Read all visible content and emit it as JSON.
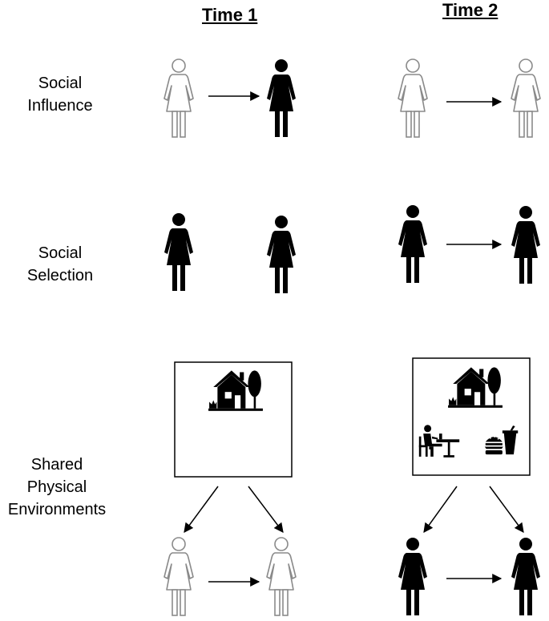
{
  "columns": {
    "time1": "Time 1",
    "time2": "Time 2"
  },
  "rows": {
    "social_influence": [
      "Social",
      "Influence"
    ],
    "social_selection": [
      "Social",
      "Selection"
    ],
    "shared_physical_environments": [
      "Shared",
      "Physical",
      "Environments"
    ]
  },
  "colors": {
    "filled": "#000000",
    "outline": "#8a8a8a",
    "background": "#ffffff"
  },
  "figures": {
    "influence_t1": [
      "outline-person-icon",
      "filled-person-icon"
    ],
    "influence_t2": [
      "outline-person-icon",
      "outline-person-icon"
    ],
    "selection_t1": [
      "filled-person-icon",
      "filled-person-icon"
    ],
    "selection_t2": [
      "filled-person-icon",
      "filled-person-icon"
    ],
    "environment_t1_people": [
      "outline-person-icon",
      "outline-person-icon"
    ],
    "environment_t2_people": [
      "filled-person-icon",
      "filled-person-icon"
    ],
    "environment_t1_box": [
      "house-tree-icon"
    ],
    "environment_t2_box": [
      "house-tree-icon",
      "person-at-table-icon",
      "fast-food-icon"
    ]
  }
}
